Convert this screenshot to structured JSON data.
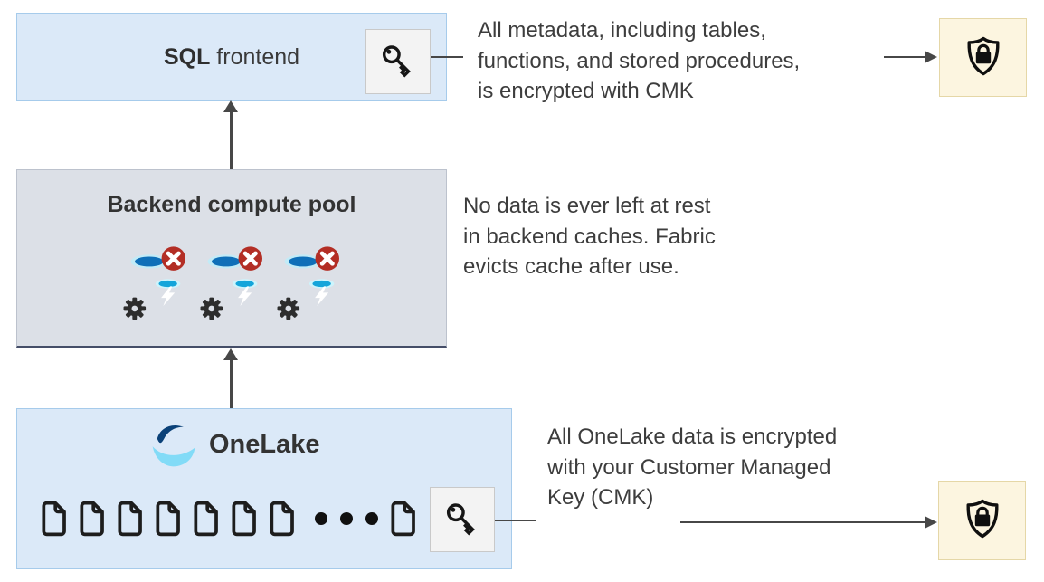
{
  "colors": {
    "box_blue_fill": "#dbe9f8",
    "box_blue_border": "#a6cbeb",
    "box_gray_fill": "#dce0e7",
    "box_gray_shadow": "#454e68",
    "chip_key_fill": "#f3f3f3",
    "chip_key_border": "#c9c9c9",
    "chip_shield_fill": "#fcf5e0",
    "chip_shield_border": "#e5d7a7",
    "arrow": "#474747",
    "text": "#3d3d3d",
    "db_cylinder_dark_blue": "#0d5fae",
    "db_cylinder_light_blue": "#2bc1ee",
    "blocked_badge_red": "#b32e25",
    "onelake_logo_blue": "#1b75c0"
  },
  "sql_frontend": {
    "label_bold": "SQL",
    "label_regular": " frontend",
    "key_icon": "key-icon"
  },
  "metadata_note": {
    "text": "All metadata, including tables,\nfunctions, and stored procedures,\nis encrypted with CMK",
    "shield_icon": "shield-lock-icon"
  },
  "backend_pool": {
    "title": "Backend compute pool",
    "cache_icon": "database-cache-blocked-icon",
    "cache_icon_count": "3"
  },
  "cache_note": {
    "text": "No data is ever left at rest\nin backend caches. Fabric\nevicts cache after use."
  },
  "onelake": {
    "title": "OneLake",
    "logo_icon": "onelake-logo",
    "document_icon": "document-icon",
    "documents_before_ellipsis": "7",
    "documents_after_ellipsis": "1",
    "ellipsis_dots": "3",
    "key_icon": "key-icon"
  },
  "onelake_note": {
    "text": "All OneLake data is encrypted\nwith your Customer Managed\nKey (CMK)",
    "shield_icon": "shield-lock-icon"
  }
}
